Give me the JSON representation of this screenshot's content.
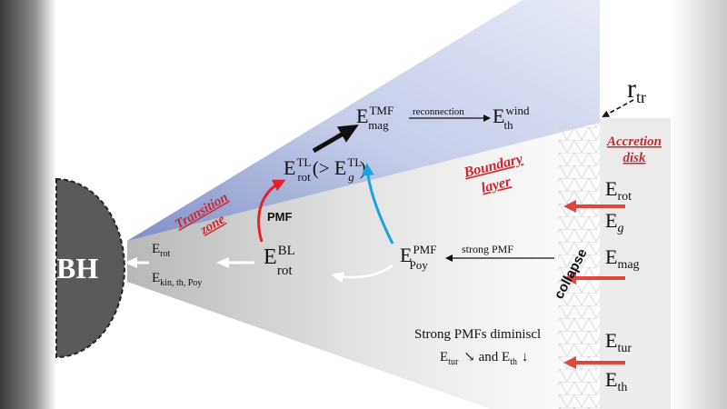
{
  "colors": {
    "disk_red": "#e0463c",
    "label_red": "#d0262e",
    "wedge_blue": "#c6cee8",
    "arrow_cyan": "#1aa3e0",
    "bh_gray": "#5a5a5a"
  },
  "bh": {
    "label": "BH"
  },
  "wedge_labels": {
    "transition_line1": "Transition",
    "transition_line2": "zone",
    "boundary_line1": "Boundary",
    "boundary_line2": "layer"
  },
  "disk": {
    "title_line1": "Accretion",
    "title_line2": "disk",
    "r_main": "r",
    "r_sub": "tr",
    "collapse": "collapse",
    "e_rot_main": "E",
    "e_rot_sub": "rot",
    "e_g_main": "E",
    "e_g_sub": "g",
    "e_mag_main": "E",
    "e_mag_sub": "mag",
    "e_tur_main": "E",
    "e_tur_sub": "tur",
    "e_th_main": "E",
    "e_th_sub": "th"
  },
  "top": {
    "e_mag_main": "E",
    "e_mag_sup": "TMF",
    "e_mag_sub": "mag",
    "reconnection": "reconnection",
    "e_th_main": "E",
    "e_th_sup": "wind",
    "e_th_sub": "th",
    "e_rot_main": "E",
    "e_rot_sup": "TL",
    "e_rot_sub": "rot",
    "cmp_open": "(> ",
    "e_g_main": "E",
    "e_g_sup": "TL",
    "e_g_sub": "g",
    "cmp_close": ")"
  },
  "mid": {
    "pmf": "PMF",
    "e_bl_main": "E",
    "e_bl_sup": "BL",
    "e_bl_sub": "rot",
    "e_poy_main": "E",
    "e_poy_sup": "PMF",
    "e_poy_sub": "Poy",
    "strong_pmf": "strong PMF",
    "inner_erot_main": "E",
    "inner_erot_sub": "rot",
    "inner_ekin_main": "E",
    "inner_ekin_sub": "kin, th, Poy"
  },
  "bottom": {
    "line1": "Strong PMFs diminiscl",
    "e_tur_main": "E",
    "e_tur_sub": "tur",
    "and_text": " and E",
    "e_th_sub": "th"
  }
}
